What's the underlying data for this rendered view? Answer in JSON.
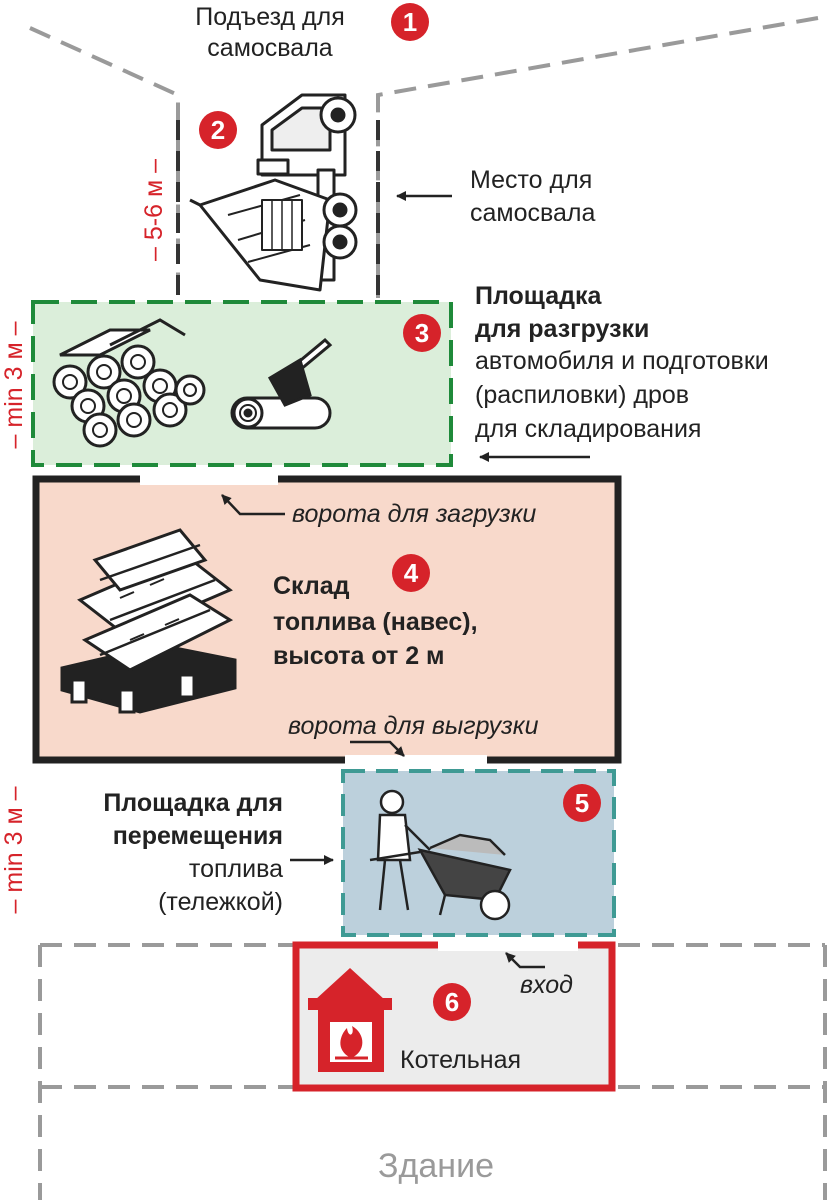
{
  "steps": [
    {
      "number": "1",
      "label_lines": [
        "Подъезд для",
        "самосвала"
      ]
    },
    {
      "number": "2",
      "label_lines": [
        "Место для",
        "самосвала"
      ]
    },
    {
      "number": "3",
      "title_lines": [
        "Площадка",
        "для разгрузки"
      ],
      "text_lines": [
        "автомобиля и подготовки",
        "(распиловки) дров",
        "для складирования"
      ]
    },
    {
      "number": "4",
      "title_lines": [
        "Склад",
        "топлива (навес),",
        "высота от 2 м"
      ]
    },
    {
      "number": "5",
      "title_lines": [
        "Площадка для",
        "перемещения"
      ],
      "text_lines": [
        "топлива",
        "(тележкой)"
      ]
    },
    {
      "number": "6",
      "label": "Котельная"
    }
  ],
  "gates": {
    "loading": "ворота для загрузки",
    "unloading": "ворота для выгрузки",
    "entrance": "вход"
  },
  "dimensions": {
    "truck_zone": "– 5-6 м –",
    "unload_zone": "– min 3 м –",
    "move_zone": "– min 3 м –"
  },
  "building_label": "Здание",
  "colors": {
    "accent_red": "#d6232a",
    "unload_zone_fill": "#dbeeda",
    "unload_zone_border": "#1f8a3a",
    "warehouse_fill": "#f8d9cb",
    "warehouse_border": "#222222",
    "move_zone_fill": "#bcd0dc",
    "move_zone_border": "#3f9a94",
    "boiler_fill": "#ececec",
    "building_border": "#9a9a9a"
  },
  "icons": [
    "dump-truck-icon",
    "log-pile-icon",
    "axe-log-icon",
    "firewood-pallet-icon",
    "wheelbarrow-man-icon",
    "furnace-icon"
  ]
}
